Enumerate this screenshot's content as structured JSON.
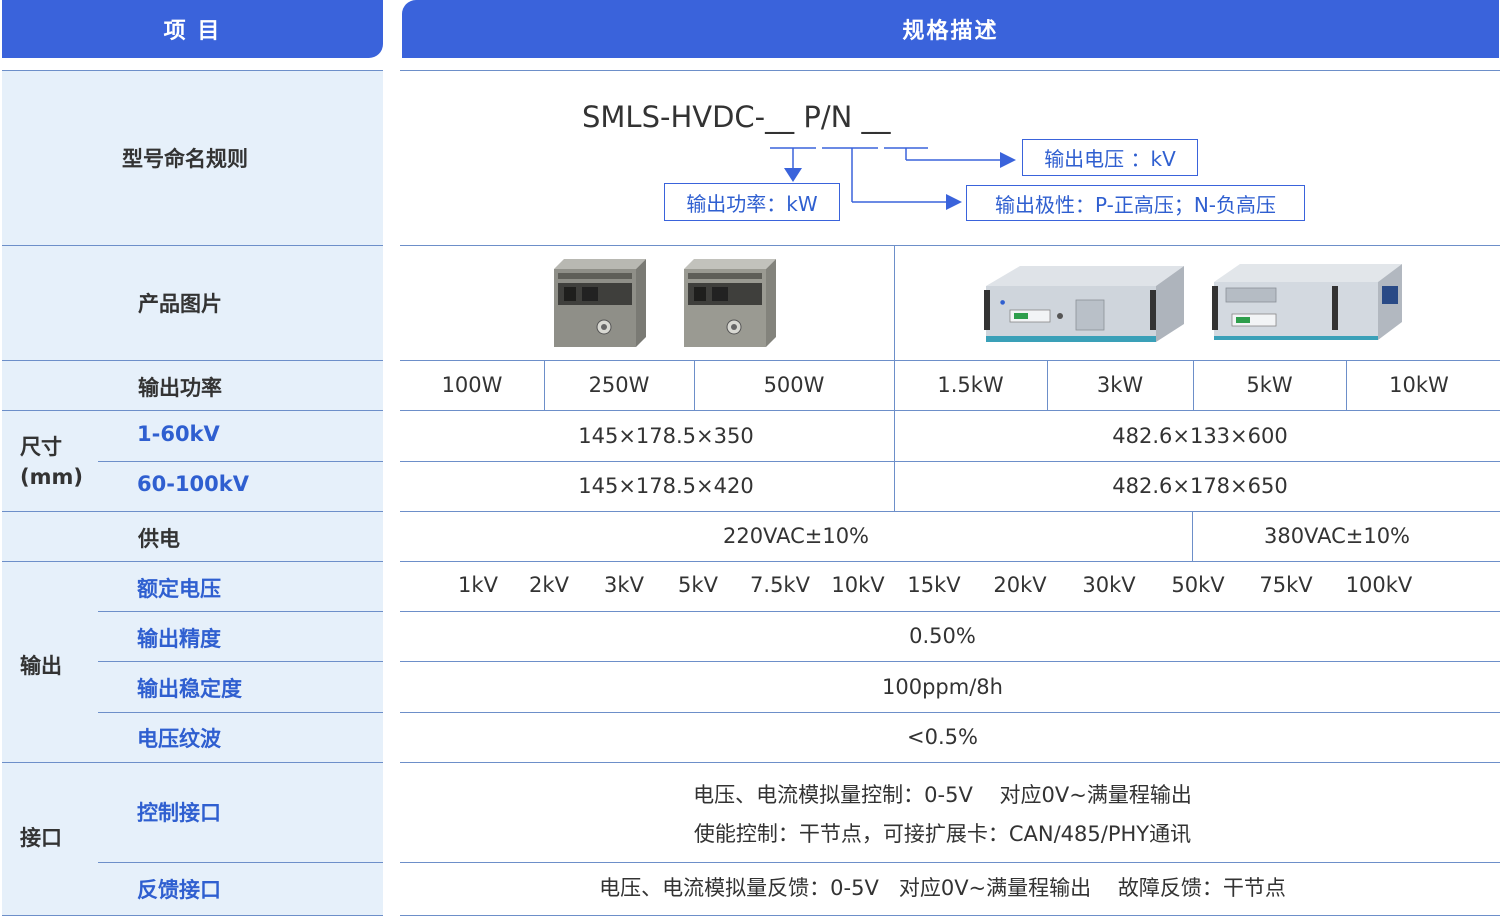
{
  "header": {
    "item": "项 目",
    "spec": "规格描述"
  },
  "naming": {
    "label": "型号命名规则",
    "model": "SMLS-HVDC-__ P/N __",
    "voltage": "输出电压 ：kV",
    "power": "输出功率：kW",
    "polarity": "输出极性：P-正高压；N-负高压"
  },
  "product_image": {
    "label": "产品图片"
  },
  "output_power": {
    "label": "输出功率",
    "values": [
      "100W",
      "250W",
      "500W",
      "1.5kW",
      "3kW",
      "5kW",
      "10kW"
    ]
  },
  "size": {
    "group": "尺寸",
    "unit": "(mm)",
    "row1": {
      "label": "1-60kV",
      "small": "145×178.5×350",
      "large": "482.6×133×600"
    },
    "row2": {
      "label": "60-100kV",
      "small": "145×178.5×420",
      "large": "482.6×178×650"
    }
  },
  "power_supply": {
    "label": "供电",
    "v220": "220VAC±10%",
    "v380": "380VAC±10%"
  },
  "output": {
    "group": "输出",
    "rated_voltage": {
      "label": "额定电压",
      "values": [
        "1kV",
        "2kV",
        "3kV",
        "5kV",
        "7.5kV",
        "10kV",
        "15kV",
        "20kV",
        "30kV",
        "50kV",
        "75kV",
        "100kV"
      ]
    },
    "precision": {
      "label": "输出精度",
      "value": "0.50%"
    },
    "stability": {
      "label": "输出稳定度",
      "value": "100ppm/8h"
    },
    "ripple": {
      "label": "电压纹波",
      "value": "<0.5%"
    }
  },
  "interface": {
    "group": "接口",
    "control": {
      "label": "控制接口",
      "line1": "电压、电流模拟量控制：0-5V    对应0V~满量程输出",
      "line2": "使能控制：干节点，可接扩展卡：CAN/485/PHY通讯"
    },
    "feedback": {
      "label": "反馈接口",
      "value": "电压、电流模拟量反馈：0-5V   对应0V~满量程输出    故障反馈：干节点"
    }
  }
}
